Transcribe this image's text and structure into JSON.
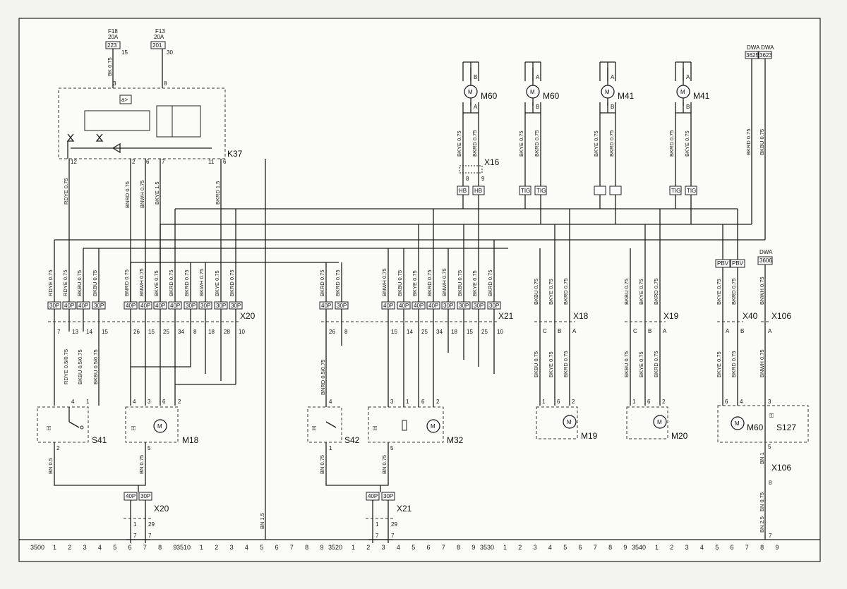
{
  "fuses": [
    {
      "name": "F18",
      "rating": "20A",
      "id": "223",
      "pin": "15"
    },
    {
      "name": "F13",
      "rating": "20A",
      "id": "201",
      "pin": "30"
    }
  ],
  "dwa": {
    "label": "DWA DWA",
    "ids": [
      "3625",
      "3623"
    ],
    "label2": "DWA",
    "id2": "3606"
  },
  "relay": {
    "name": "K37",
    "pins": [
      "3",
      "8",
      "12",
      "2",
      "6",
      "7",
      "11",
      "6"
    ]
  },
  "wires_top": {
    "f18": "BK 0.75",
    "f13": "",
    "relay_out": [
      "RDYE 0.75",
      "BNRD 0.75",
      "BNWH 0.75",
      "BKYE 1.5",
      "BKRD 1.5"
    ]
  },
  "motors_top": [
    {
      "name": "M60",
      "pins": [
        "B",
        "A"
      ],
      "wires": [
        "BKYE 0.75",
        "BKRD 0.75"
      ],
      "plug": [
        "HB",
        "HB"
      ],
      "conn": "X16",
      "cpins": [
        "8",
        "9"
      ]
    },
    {
      "name": "M60",
      "pins": [
        "A",
        "B"
      ],
      "wires": [
        "BKYE 0.75",
        "BKRD 0.75"
      ],
      "plug": [
        "TIG",
        "TIG"
      ]
    },
    {
      "name": "M41",
      "pins": [
        "A",
        "B"
      ],
      "wires": [
        "BKYE 0.75",
        "BKRD 0.75"
      ],
      "plug": [
        "",
        ""
      ]
    },
    {
      "name": "M41",
      "pins": [
        "A",
        "B"
      ],
      "wires": [
        "BKRD 0.75",
        "BKYE 0.75"
      ],
      "plug": [
        "TIG",
        "TIG"
      ]
    }
  ],
  "dwa_wires": [
    "BKRD 0.75",
    "BKBU 0.75"
  ],
  "x20": {
    "name": "X20",
    "plugs": [
      "30P",
      "40P",
      "40P",
      "30P",
      "40P",
      "40P",
      "40P",
      "40P",
      "30P",
      "30P",
      "30P",
      "30P"
    ],
    "wires": [
      "RDYE 0.75",
      "RDYE 0.75",
      "BKBU 0.75",
      "BKBU 0.75",
      "BNRD 0.75",
      "BNWH 0.75",
      "BKYE 0.75",
      "BKRD 0.75",
      "BKRD 0.75",
      "BKWH 0.75",
      "BKYE 0.75",
      "BKRD 0.75"
    ],
    "pins": [
      "7",
      "13",
      "14",
      "15",
      "26",
      "15",
      "25",
      "34",
      "8",
      "18",
      "28",
      "10"
    ],
    "wires_below": [
      "RDYE 0.5/0.75",
      "BKBU 0.5/0.75",
      "BKBU 0.5/0.75"
    ]
  },
  "x21": {
    "name": "X21",
    "plugs": [
      "40P",
      "30P",
      "40P",
      "40P",
      "40P",
      "40P",
      "30P",
      "30P",
      "30P",
      "30P"
    ],
    "wires": [
      "BKRD 0.75",
      "BKRD 0.75",
      "BNWH 0.75",
      "BKBU 0.75",
      "BKYE 0.75",
      "BKRD 0.75",
      "BNWH 0.75",
      "BKBU 0.75",
      "BKYE 0.75",
      "BKRD 0.75"
    ],
    "pins": [
      "26",
      "8",
      "15",
      "14",
      "25",
      "34",
      "18",
      "15",
      "25",
      "10"
    ],
    "wires_below": [
      "BNRD 0.5/0.75"
    ]
  },
  "x18": {
    "name": "X18",
    "pins": [
      "C",
      "B",
      "A"
    ],
    "wires": [
      "BKBU 0.75",
      "BKYE 0.75",
      "BKRD 0.75"
    ]
  },
  "x19": {
    "name": "X19",
    "pins": [
      "C",
      "B",
      "A"
    ],
    "wires": [
      "BKBU 0.75",
      "BKYE 0.75",
      "BKRD 0.75"
    ]
  },
  "x40": {
    "name": "X40",
    "plugs": [
      "PBV",
      "PBV"
    ],
    "pins": [
      "A",
      "B"
    ],
    "wires": [
      "BKYE 0.75",
      "BKRD 0.75"
    ]
  },
  "x106": {
    "name": "X106",
    "pins": [
      "A",
      "8",
      "7"
    ],
    "wires": [
      "BNWH 0.75",
      "BN 1",
      "BN 0.75",
      "BN 2.5"
    ]
  },
  "components": [
    {
      "name": "S41",
      "pins": [
        "4",
        "1",
        "2"
      ]
    },
    {
      "name": "M18",
      "pins": [
        "4",
        "3",
        "6",
        "2",
        "5"
      ]
    },
    {
      "name": "S42",
      "pins": [
        "4",
        "1"
      ]
    },
    {
      "name": "M32",
      "pins": [
        "3",
        "1",
        "6",
        "2",
        "5"
      ]
    },
    {
      "name": "M19",
      "pins": [
        "1",
        "6",
        "2"
      ]
    },
    {
      "name": "M20",
      "pins": [
        "1",
        "6",
        "2"
      ]
    },
    {
      "name": "M60",
      "pins": [
        "6",
        "4"
      ]
    },
    {
      "name": "S127",
      "pins": [
        "3",
        "5"
      ]
    }
  ],
  "ground": {
    "left": {
      "name": "X20",
      "plugs": [
        "40P",
        "30P"
      ],
      "pins": [
        "1",
        "29",
        "7",
        "7"
      ],
      "wires": [
        "BN 0.5",
        "BN 0.75"
      ]
    },
    "mid": {
      "name": "X21",
      "plugs": [
        "40P",
        "30P"
      ],
      "pins": [
        "1",
        "29",
        "7",
        "7"
      ],
      "wires": [
        "BN 0.75",
        "BN 0.75"
      ]
    },
    "gnd_wire": "BN 1.5"
  },
  "scale": {
    "groups": [
      {
        "start": "3500",
        "digits": [
          "1",
          "2",
          "3",
          "4",
          "5",
          "6",
          "7",
          "8",
          "9"
        ]
      },
      {
        "start": "3510",
        "digits": [
          "1",
          "2",
          "3",
          "4",
          "5",
          "6",
          "7",
          "8",
          "9"
        ]
      },
      {
        "start": "3520",
        "digits": [
          "1",
          "2",
          "3",
          "4",
          "5",
          "6",
          "7",
          "8",
          "9"
        ]
      },
      {
        "start": "3530",
        "digits": [
          "1",
          "2",
          "3",
          "4",
          "5",
          "6",
          "7",
          "8",
          "9"
        ]
      },
      {
        "start": "3540",
        "digits": [
          "1",
          "2",
          "3",
          "4",
          "5",
          "6",
          "7",
          "8",
          "9"
        ]
      }
    ]
  }
}
